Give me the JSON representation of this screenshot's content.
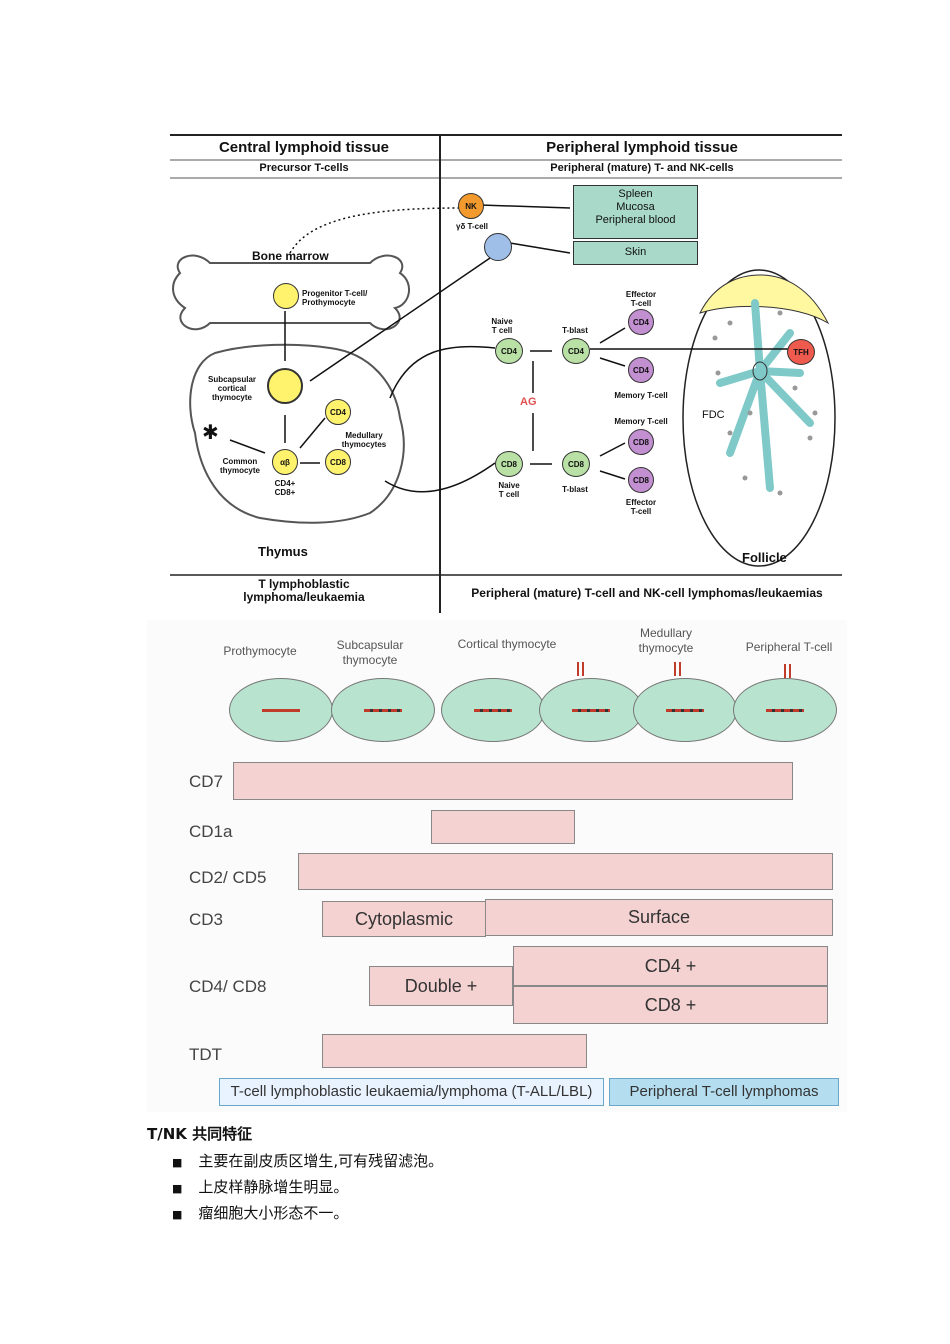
{
  "top": {
    "header_left": "Central lymphoid tissue",
    "header_right": "Peripheral lymphoid tissue",
    "sub_left": "Precursor T-cells",
    "sub_right": "Peripheral (mature) T- and NK-cells",
    "bone_marrow": "Bone marrow",
    "progenitor": "Progenitor T-cell/\nProthymocyte",
    "subcapsular": "Subcapsular\ncortical\nthymocyte",
    "medullary": "Medullary\nthymocytes",
    "common": "Common\nthymocyte",
    "cd4cd8": "CD4+\nCD8+",
    "thymus": "Thymus",
    "nk": "NK",
    "gd": "γδ T-cell",
    "box_spleen": "Spleen\nMucosa\nPeripheral blood",
    "box_skin": "Skin",
    "naive_top": "Naive\nT cell",
    "tblast_top": "T-blast",
    "effector_top": "Effector\nT-cell",
    "memory_top": "Memory T-cell",
    "memory_bottom": "Memory T-cell",
    "naive_bottom": "Naive\nT cell",
    "tblast_bottom": "T-blast",
    "effector_bottom": "Effector\nT-cell",
    "ag": "AG",
    "fdc": "FDC",
    "tfh": "TFH",
    "follicle": "Follicle",
    "cd4": "CD4",
    "cd8": "CD8",
    "ab": "αβ",
    "footer_left": "T lymphoblastic\nlymphoma/leukaemia",
    "footer_right": "Peripheral (mature) T-cell and NK-cell lymphomas/leukaemias"
  },
  "bottom": {
    "columns": [
      "Prothymocyte",
      "Subcapsular\nthymocyte",
      "Cortical thymocyte",
      "Medullary\nthymocyte",
      "Peripheral T-cell"
    ],
    "rows": [
      "CD7",
      "CD1a",
      "CD2/ CD5",
      "CD3",
      "CD4/ CD8",
      "TDT"
    ],
    "cd3_cytoplasmic": "Cytoplasmic",
    "cd3_surface": "Surface",
    "double_plus": "Double +",
    "cd4_plus": "CD4 +",
    "cd8_plus": "CD8 +",
    "tall": "T-cell lymphoblastic leukaemia/lymphoma (T-ALL/LBL)",
    "ptcl": "Peripheral T-cell lymphomas",
    "colors": {
      "bar": "#f4d2d2",
      "cell": "#b8e4cf",
      "tall_box": "#e9f2ff",
      "ptcl_box": "#b4def0"
    }
  },
  "text": {
    "heading": "T/NK 共同特征",
    "bullets": [
      "主要在副皮质区增生,可有残留滤泡。",
      "上皮样静脉增生明显。",
      "瘤细胞大小形态不一。"
    ]
  }
}
